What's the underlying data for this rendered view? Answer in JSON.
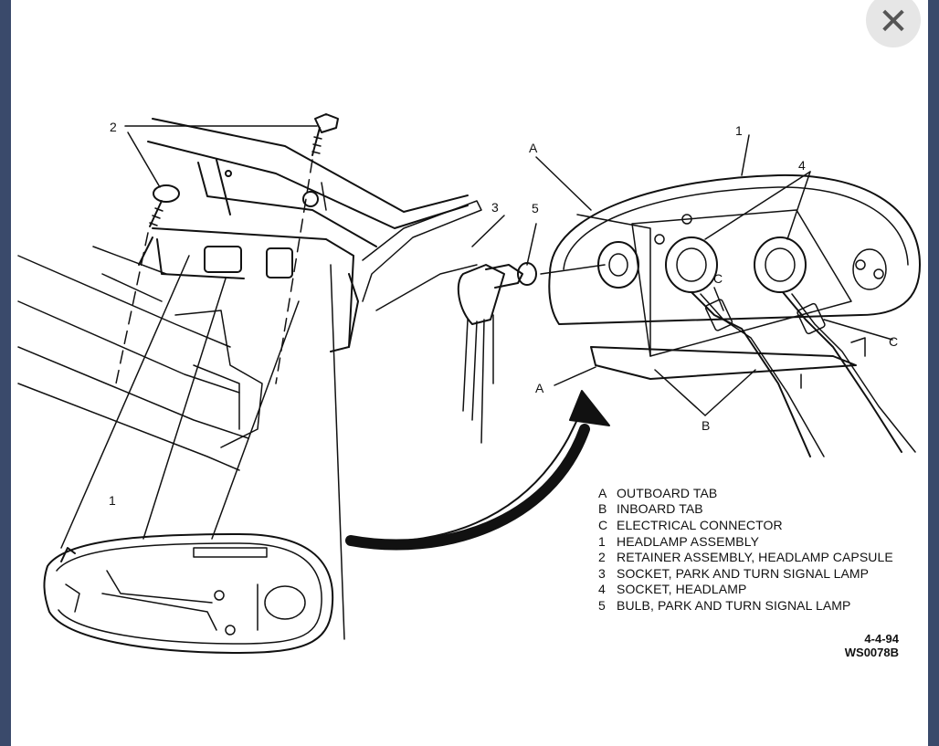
{
  "close_icon": "close-icon",
  "callouts": {
    "c2": "2",
    "c1_top": "1",
    "c3": "3",
    "c5": "5",
    "c4": "4",
    "cA_top": "A",
    "cA_bottom": "A",
    "cB": "B",
    "cC_left": "C",
    "cC_right": "C",
    "c1_bottom": "1"
  },
  "legend": [
    {
      "key": "A",
      "text": "OUTBOARD TAB"
    },
    {
      "key": "B",
      "text": "INBOARD TAB"
    },
    {
      "key": "C",
      "text": "ELECTRICAL CONNECTOR"
    },
    {
      "key": "1",
      "text": "HEADLAMP ASSEMBLY"
    },
    {
      "key": "2",
      "text": "RETAINER ASSEMBLY, HEADLAMP CAPSULE"
    },
    {
      "key": "3",
      "text": "SOCKET, PARK AND TURN SIGNAL LAMP"
    },
    {
      "key": "4",
      "text": "SOCKET, HEADLAMP"
    },
    {
      "key": "5",
      "text": "BULB, PARK AND TURN SIGNAL LAMP"
    }
  ],
  "stamp": {
    "date": "4-4-94",
    "code": "WS0078B"
  }
}
